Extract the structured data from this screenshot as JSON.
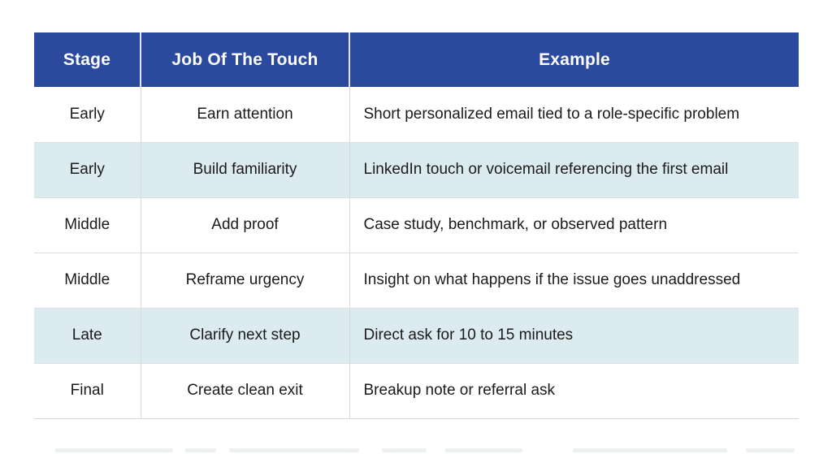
{
  "page": {
    "background_color": "#ffffff"
  },
  "table": {
    "header_bg_color": "#2b4a9d",
    "header_text_color": "#ffffff",
    "stripe_color": "#dcebf0",
    "columns": [
      {
        "label": "Stage"
      },
      {
        "label": "Job Of The Touch"
      },
      {
        "label": "Example"
      }
    ],
    "rows": [
      {
        "stage": "Early",
        "job": "Earn attention",
        "example": "Short personalized email tied to a role-specific problem",
        "highlighted": false
      },
      {
        "stage": "Early",
        "job": "Build familiarity",
        "example": "LinkedIn touch or voicemail referencing the first email",
        "highlighted": true
      },
      {
        "stage": "Middle",
        "job": "Add proof",
        "example": "Case study, benchmark, or observed pattern",
        "highlighted": false
      },
      {
        "stage": "Middle",
        "job": "Reframe urgency",
        "example": "Insight on what happens if the issue goes unaddressed",
        "highlighted": false
      },
      {
        "stage": "Late",
        "job": "Clarify next step",
        "example": "Direct ask for 10 to 15 minutes",
        "highlighted": true
      },
      {
        "stage": "Final",
        "job": "Create clean exit",
        "example": "Breakup note or referral ask",
        "highlighted": false
      }
    ]
  }
}
